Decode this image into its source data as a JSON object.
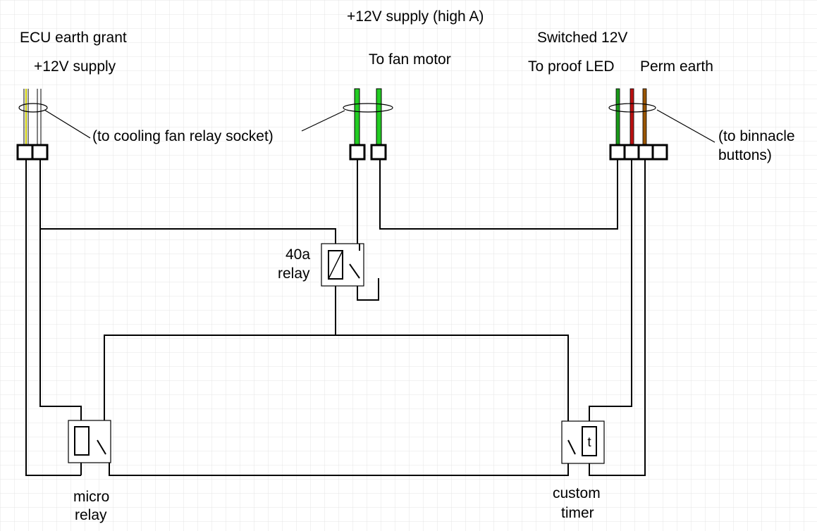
{
  "labels": {
    "ecu_earth_grant": "ECU earth grant",
    "supply_12v": "+12V supply",
    "cooling_fan_socket": "(to cooling fan relay socket)",
    "supply_high_a": "+12V supply (high A)",
    "to_fan_motor": "To fan motor",
    "switched_12v": "Switched 12V",
    "to_proof_led": "To proof LED",
    "perm_earth": "Perm earth",
    "binnacle_line1": "(to binnacle",
    "binnacle_line2": "buttons)",
    "relay40_line1": "40a",
    "relay40_line2": "relay",
    "micro_line1": "micro",
    "micro_line2": "relay",
    "timer_line1": "custom",
    "timer_line2": "timer",
    "timer_symbol": "t"
  },
  "colors": {
    "grid": "#e4e4e4",
    "wire": "#000000",
    "yellow_wire": "#c8c800",
    "green_wire": "#22cc22",
    "dark_green_wire": "#1a9a1a",
    "red_wire": "#bb1111",
    "brown_wire": "#995500"
  }
}
